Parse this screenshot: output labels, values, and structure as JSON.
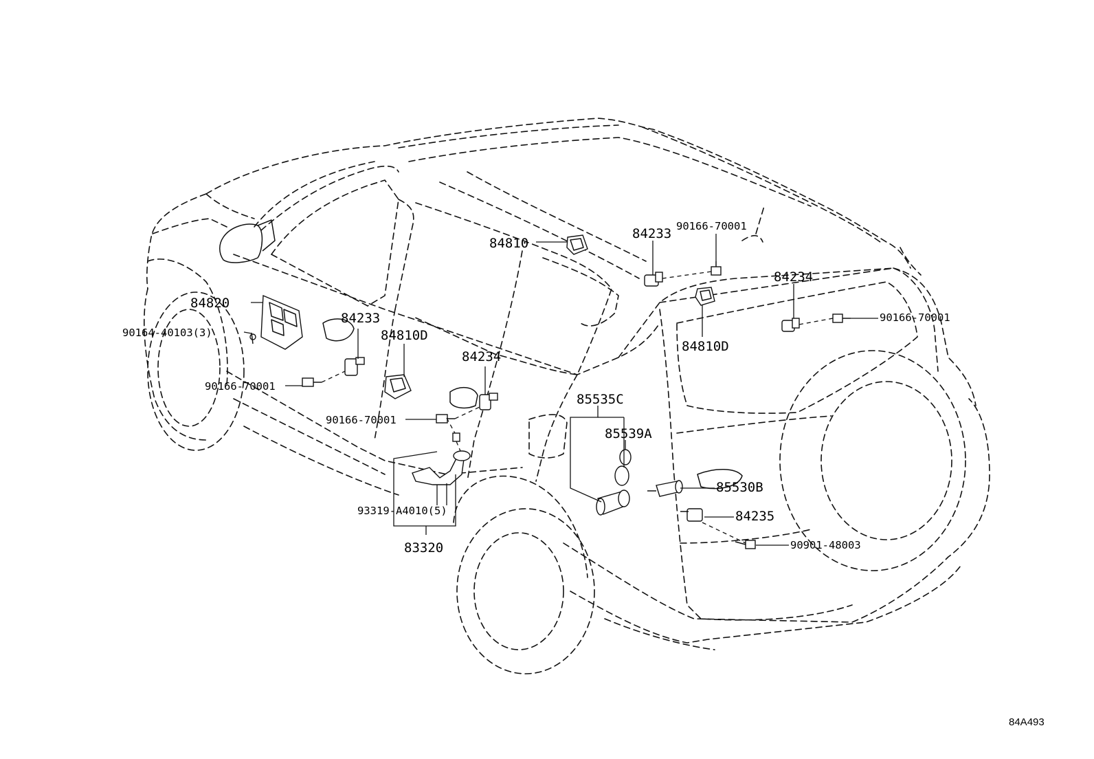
{
  "labels": {
    "p84820": "84820",
    "p90164": "90164-40103(3)",
    "p84233_left": "84233",
    "p90166_left": "90166-70001",
    "p84810D_left": "84810D",
    "p84234_mid": "84234",
    "p90166_mid": "90166-70001",
    "p84810": "84810",
    "p84233_top": "84233",
    "p90166_top": "90166-70001",
    "p84234_right": "84234",
    "p90166_right": "90166-70001",
    "p84810D_right": "84810D",
    "p85535C": "85535C",
    "p85539A": "85539A",
    "p85530B": "85530B",
    "p84235": "84235",
    "p90901": "90901-48003",
    "p93319": "93319-A4010(5)",
    "p83320": "83320"
  },
  "reference": "84A493"
}
